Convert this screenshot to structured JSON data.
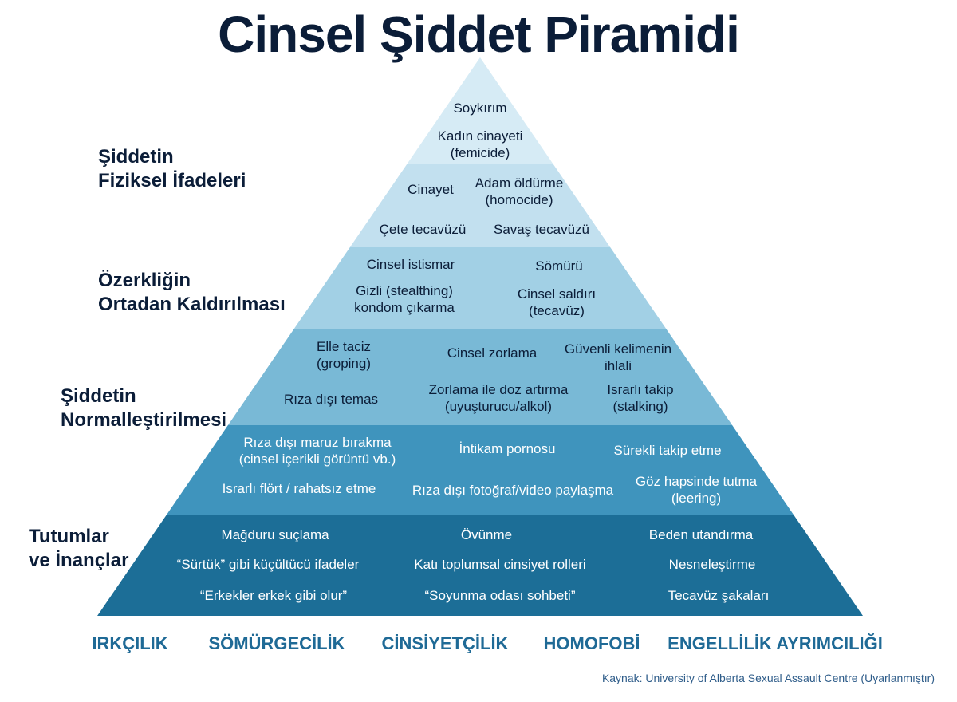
{
  "title": "Cinsel Şiddet Piramidi",
  "side_labels": [
    {
      "lines": [
        "Şiddetin",
        "Fiziksel İfadeleri"
      ]
    },
    {
      "lines": [
        "Özerkliğin",
        "Ortadan Kaldırılması"
      ]
    },
    {
      "lines": [
        "Şiddetin",
        "Normalleştirilmesi"
      ]
    },
    {
      "lines": [
        "Tutumlar",
        "ve İnançlar"
      ]
    }
  ],
  "tiers": [
    {
      "color": "#d6ebf5",
      "text_color": "#0b1d38",
      "items": [
        {
          "lines": [
            "Soykırım"
          ]
        },
        {
          "lines": [
            "Kadın cinayeti",
            "(femicide)"
          ]
        }
      ]
    },
    {
      "color": "#c2e0ef",
      "text_color": "#0b1d38",
      "items": [
        {
          "lines": [
            "Cinayet"
          ]
        },
        {
          "lines": [
            "Adam öldürme",
            "(homocide)"
          ]
        },
        {
          "lines": [
            "Çete tecavüzü"
          ]
        },
        {
          "lines": [
            "Savaş tecavüzü"
          ]
        }
      ]
    },
    {
      "color": "#a2d0e5",
      "text_color": "#0b1d38",
      "items": [
        {
          "lines": [
            "Cinsel istismar"
          ]
        },
        {
          "lines": [
            "Sömürü"
          ]
        },
        {
          "lines": [
            "Gizli (stealthing)",
            "kondom çıkarma"
          ]
        },
        {
          "lines": [
            "Cinsel saldırı",
            "(tecavüz)"
          ]
        }
      ]
    },
    {
      "color": "#79b9d6",
      "text_color": "#0b1d38",
      "items": [
        {
          "lines": [
            "Elle taciz",
            "(groping)"
          ]
        },
        {
          "lines": [
            "Cinsel zorlama"
          ]
        },
        {
          "lines": [
            "Güvenli kelimenin",
            "ihlali"
          ]
        },
        {
          "lines": [
            "Rıza dışı temas"
          ]
        },
        {
          "lines": [
            "Zorlama ile doz artırma",
            "(uyuşturucu/alkol)"
          ]
        },
        {
          "lines": [
            "Israrlı takip",
            "(stalking)"
          ]
        }
      ]
    },
    {
      "color": "#3f94bd",
      "text_color": "#ffffff",
      "items": [
        {
          "lines": [
            "Rıza dışı maruz bırakma",
            "(cinsel içerikli görüntü vb.)"
          ]
        },
        {
          "lines": [
            "İntikam pornosu"
          ]
        },
        {
          "lines": [
            "Sürekli takip etme"
          ]
        },
        {
          "lines": [
            "Israrlı flört / rahatsız etme"
          ]
        },
        {
          "lines": [
            "Rıza dışı fotoğraf/video paylaşma"
          ]
        },
        {
          "lines": [
            "Göz hapsinde tutma",
            "(leering)"
          ]
        }
      ]
    },
    {
      "color": "#1c6e97",
      "text_color": "#ffffff",
      "items": [
        {
          "lines": [
            "Mağduru  suçlama"
          ]
        },
        {
          "lines": [
            "Övünme"
          ]
        },
        {
          "lines": [
            "Beden utandırma"
          ]
        },
        {
          "lines": [
            "“Sürtük” gibi küçültücü ifadeler"
          ]
        },
        {
          "lines": [
            "Katı toplumsal cinsiyet rolleri"
          ]
        },
        {
          "lines": [
            "Nesneleştirme"
          ]
        },
        {
          "lines": [
            "“Erkekler erkek gibi olur”"
          ]
        },
        {
          "lines": [
            "“Soyunma odası sohbeti”"
          ]
        },
        {
          "lines": [
            "Tecavüz şakaları"
          ]
        }
      ]
    }
  ],
  "base_labels": [
    "IRKÇILIK",
    "SÖMÜRGECİLİK",
    "CİNSİYETÇİLİK",
    "HOMOFOBİ",
    "ENGELLİLİK AYRIMCILIĞI"
  ],
  "source": "Kaynak: University of Alberta Sexual Assault Centre (Uyarlanmıştır)"
}
